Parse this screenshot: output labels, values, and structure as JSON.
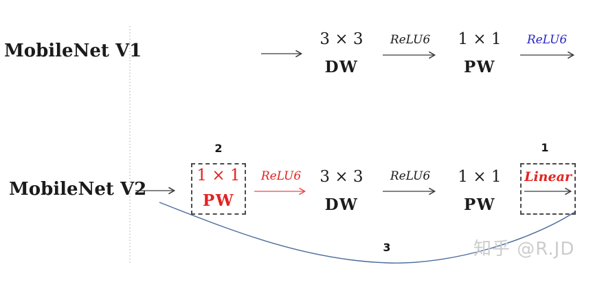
{
  "colors": {
    "text": "#1b1b1b",
    "red_accent": "#e32222",
    "blue_accent": "#2424cb",
    "residual_curve": "#4a6b9c",
    "divider_dotted": "#b7c3cb",
    "box_border": "#4a4a4a",
    "watermark": "#cccccc"
  },
  "v1": {
    "label": "MobileNet V1",
    "dw_kernel": "3 × 3",
    "dw_name": "DW",
    "relu_after_dw": "ReLU6",
    "pw_kernel": "1 × 1",
    "pw_name": "PW",
    "relu_after_pw": "ReLU6"
  },
  "v2": {
    "label": "MobileNet V2",
    "expand_badge": "2",
    "expand_kernel": "1 × 1",
    "expand_name": "PW",
    "relu_after_expand": "ReLU6",
    "dw_kernel": "3 × 3",
    "dw_name": "DW",
    "relu_after_dw": "ReLU6",
    "pw_kernel": "1 × 1",
    "pw_name": "PW",
    "linear_badge": "1",
    "linear_label": "Linear",
    "residual_badge": "3"
  },
  "watermark": "知乎 @R.JD"
}
